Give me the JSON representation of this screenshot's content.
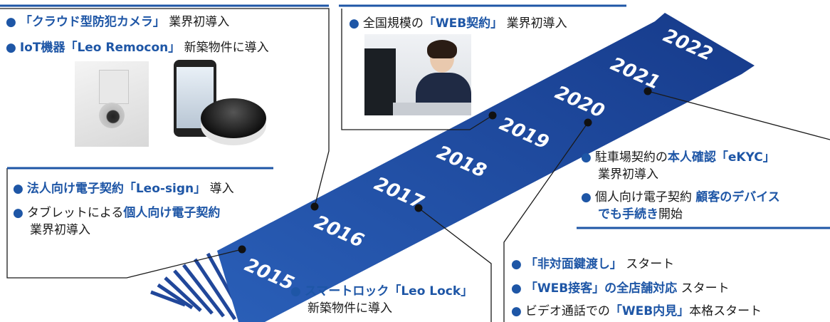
{
  "years": [
    "2015",
    "2016",
    "2017",
    "2018",
    "2019",
    "2020",
    "2021",
    "2022"
  ],
  "colors": {
    "arrow": "#21479a",
    "accent": "#1e56a6",
    "line": "#1a1a1a"
  },
  "panel_2016": {
    "line1": {
      "a": "「クラウド型防犯カメラ」",
      "b": " 業界初導入"
    },
    "line2": {
      "a": "IoT機器「Leo Remocon」",
      "b": " 新築物件に導入"
    }
  },
  "panel_2019": {
    "line1": {
      "a": "全国規模の",
      "b": "「WEB契約」",
      "c": " 業界初導入"
    }
  },
  "panel_2015": {
    "line1": {
      "a": "法人向け電子契約「Leo-sign」",
      "b": " 導入"
    },
    "line2": {
      "a": "タブレットによる",
      "b": "個人向け電子契約"
    },
    "line3": "業界初導入"
  },
  "panel_2021": {
    "line1": {
      "a": "駐車場契約の",
      "b": "本人確認「eKYC」"
    },
    "line2": "業界初導入",
    "line3": {
      "a": "個人向け電子契約 ",
      "b": "顧客のデバイス"
    },
    "line4": {
      "a": "でも手続き",
      "b": "開始"
    }
  },
  "panel_2017": {
    "line1": "スマートロック「Leo Lock」",
    "line2": "新築物件に導入"
  },
  "panel_2020": {
    "line1": {
      "a": "「非対面鍵渡し」",
      "b": " スタート"
    },
    "line2": {
      "a": "「WEB接客」の全店舗対応",
      "b": " スタート"
    },
    "line3": {
      "a": "ビデオ通話での",
      "b": "「WEB内見」",
      "c": "本格スタート"
    }
  }
}
